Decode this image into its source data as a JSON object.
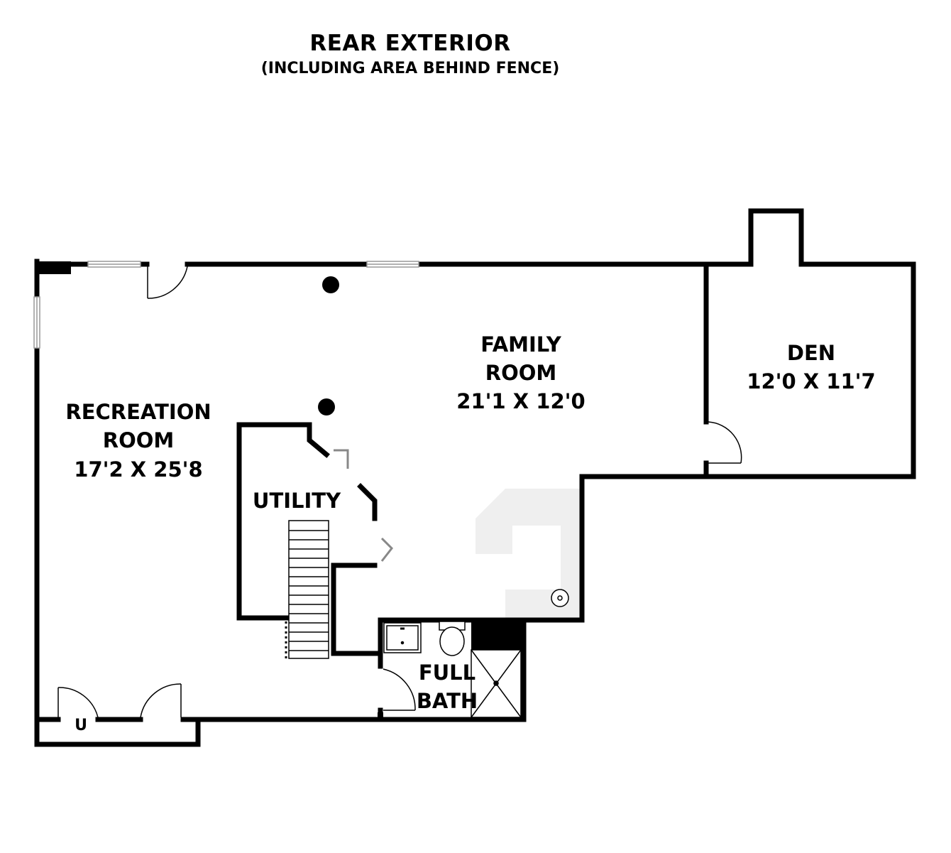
{
  "header": {
    "title": "REAR EXTERIOR",
    "subtitle": "(INCLUDING AREA BEHIND FENCE)"
  },
  "rooms": {
    "recreation": {
      "name_line1": "RECREATION",
      "name_line2": "ROOM",
      "dims": "17'2 X 25'8"
    },
    "family": {
      "name_line1": "FAMILY",
      "name_line2": "ROOM",
      "dims": "21'1 X 12'0"
    },
    "den": {
      "name": "DEN",
      "dims": "12'0 X 11'7"
    },
    "utility": {
      "name": "UTILITY"
    },
    "bath": {
      "name_line1": "FULL",
      "name_line2": "BATH"
    },
    "closet": {
      "name": "U"
    }
  },
  "colors": {
    "wall": "#000000",
    "background": "#ffffff",
    "shading": "#f0f0f0",
    "window": "#bbbbbb"
  }
}
